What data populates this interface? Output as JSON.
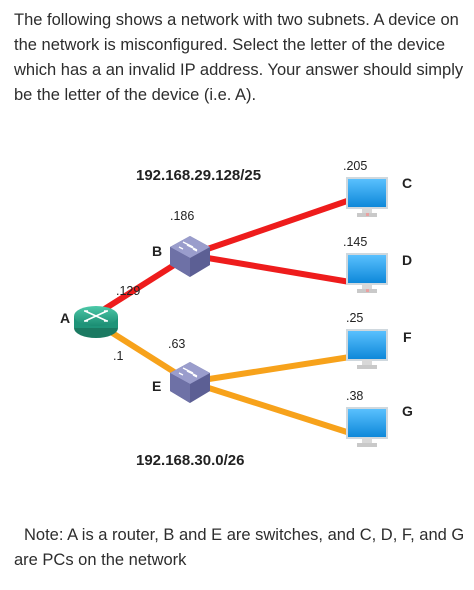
{
  "question": {
    "text": "The following shows a network with two subnets. A device on the network is misconfigured. Select the letter of the device which has a an invalid IP address. Your answer should simply be the letter of the device (i.e. A)."
  },
  "diagram": {
    "subnet_top": "192.168.29.128/25",
    "subnet_bottom": "192.168.30.0/26",
    "router": {
      "letter": "A",
      "ip_top": ".129",
      "ip_bottom": ".1"
    },
    "switch_b": {
      "letter": "B",
      "ip": ".186"
    },
    "switch_e": {
      "letter": "E",
      "ip": ".63"
    },
    "pc_c": {
      "letter": "C",
      "ip": ".205"
    },
    "pc_d": {
      "letter": "D",
      "ip": ".145"
    },
    "pc_f": {
      "letter": "F",
      "ip": ".25"
    },
    "pc_g": {
      "letter": "G",
      "ip": ".38"
    },
    "colors": {
      "top_links": "#ee1c1c",
      "bottom_links": "#f7a21b",
      "router": "#2aa88c",
      "switch": "#7b7eb0",
      "pc_screen": "#1e9be6"
    }
  },
  "note": {
    "text": "Note: A is a router, B and E are switches, and C, D, F, and G are PCs on the network"
  }
}
